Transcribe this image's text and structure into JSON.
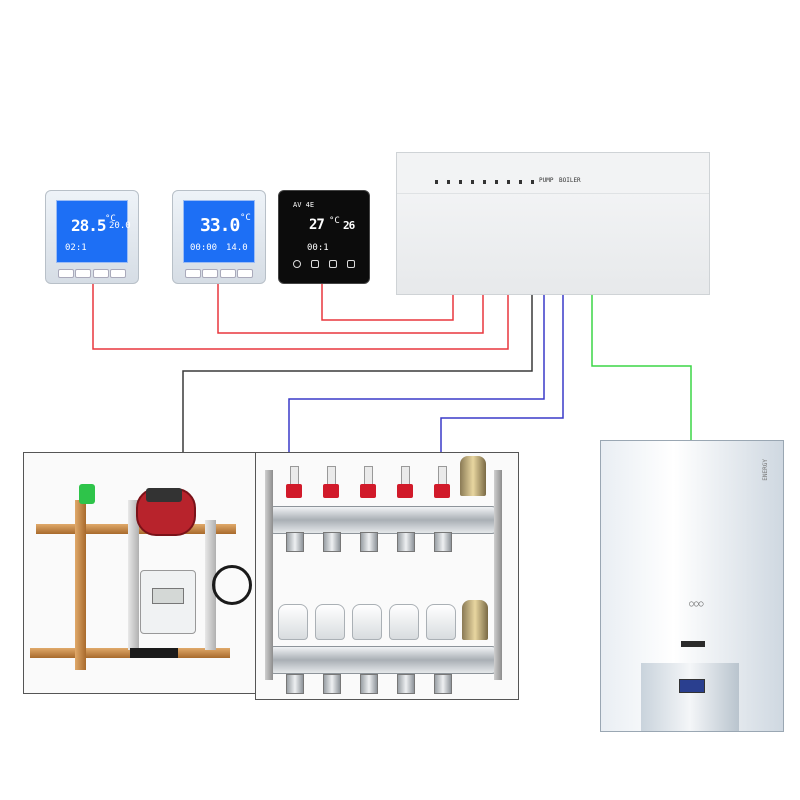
{
  "thermostats": [
    {
      "main": "28.5",
      "unit": "°C",
      "set": "20.0",
      "time": "02:1"
    },
    {
      "main": "33.0",
      "unit": "°C",
      "set": "",
      "time": "00:00",
      "floor": "14.0"
    },
    {
      "main": "27",
      "unit": "°C",
      "set": "26",
      "time": "00:1",
      "top": "AV 4E"
    }
  ],
  "controller": {
    "button_labels": [
      "PUMP",
      "BOILER"
    ]
  },
  "boiler": {
    "side_label": "ENERGY",
    "dots": "○○○"
  },
  "colors": {
    "thermostat_wire": "#e8373d",
    "pump_wire": "#3a3a3a",
    "actuator_wire": "#3a3ac8",
    "boiler_wire": "#3bd646",
    "lcd_blue": "#1d6ff5"
  }
}
